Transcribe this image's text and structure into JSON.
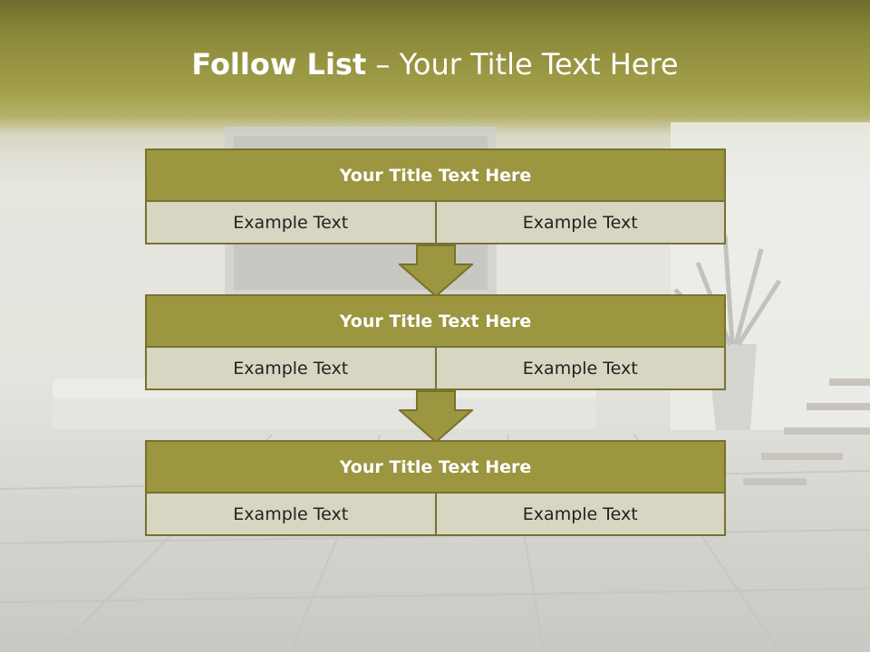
{
  "slide": {
    "title_bold": "Follow List",
    "title_rest": " – Your Title Text Here"
  },
  "steps": [
    {
      "title": "Your Title Text Here",
      "left": "Example Text",
      "right": "Example Text"
    },
    {
      "title": "Your Title Text Here",
      "left": "Example Text",
      "right": "Example Text"
    },
    {
      "title": "Your Title Text Here",
      "left": "Example Text",
      "right": "Example Text"
    }
  ],
  "colors": {
    "header_band": "#8c8a3a",
    "box_fill": "#9b963f",
    "box_border": "#77732e",
    "cell_fill": "#d7d6c2",
    "arrow_fill": "#9b963f"
  }
}
